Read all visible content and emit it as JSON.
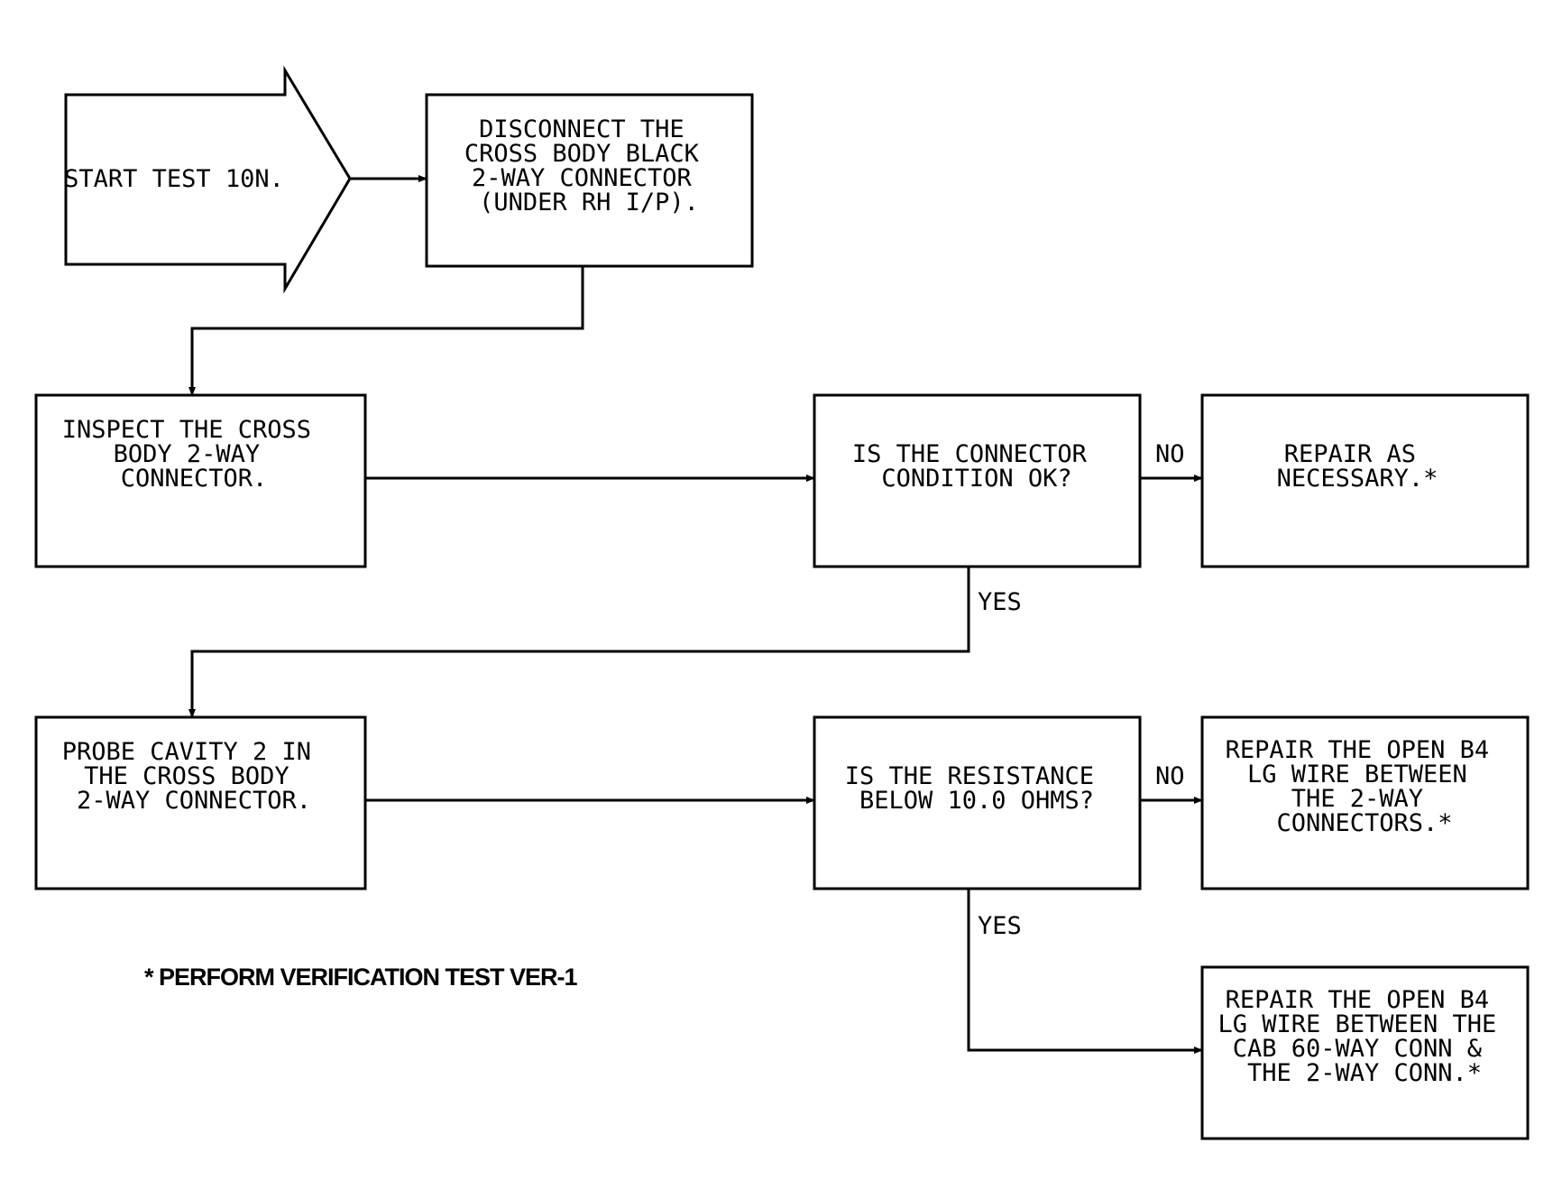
{
  "start": {
    "label": "START TEST 10N."
  },
  "boxes": {
    "disconnect": [
      "DISCONNECT THE",
      "CROSS BODY BLACK",
      "2-WAY CONNECTOR",
      "(UNDER RH I/P)."
    ],
    "inspect": [
      "INSPECT THE CROSS",
      "BODY 2-WAY",
      "CONNECTOR."
    ],
    "condition_ok": [
      "IS THE CONNECTOR",
      "CONDITION OK?"
    ],
    "repair_necessary": [
      "REPAIR AS",
      "NECESSARY.*"
    ],
    "probe": [
      "PROBE CAVITY 2 IN",
      "THE CROSS BODY",
      "2-WAY CONNECTOR."
    ],
    "resistance": [
      "IS THE RESISTANCE",
      "BELOW 10.0 OHMS?"
    ],
    "repair_between_2way": [
      "REPAIR THE OPEN B4",
      "LG WIRE BETWEEN",
      "THE 2-WAY",
      "CONNECTORS.*"
    ],
    "repair_cab60": [
      "REPAIR THE OPEN B4",
      "LG WIRE BETWEEN THE",
      "CAB 60-WAY CONN &",
      "THE 2-WAY CONN.*"
    ]
  },
  "labels": {
    "no_1": "NO",
    "yes_1": "YES",
    "no_2": "NO",
    "yes_2": "YES"
  },
  "note": "* PERFORM VERIFICATION TEST VER-1"
}
